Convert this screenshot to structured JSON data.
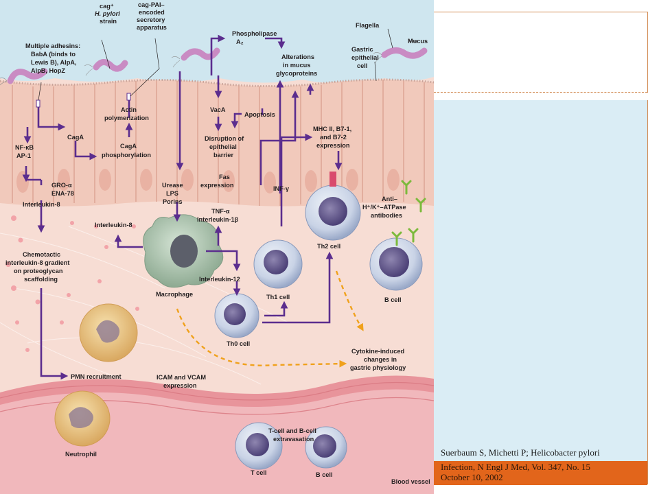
{
  "figure": {
    "labels": {
      "cag_strain_1": "cag⁺",
      "cag_strain_2": "H. pylori",
      "cag_strain_3": "strain",
      "cagpai_1": "cag-PAI–",
      "cagpai_2": "encoded",
      "cagpai_3": "secretory",
      "cagpai_4": "apparatus",
      "adhesins_1": "Multiple adhesins:",
      "adhesins_2": "BabA (binds to",
      "adhesins_3": "Lewis B), AlpA,",
      "adhesins_4": "AlpB, HopZ",
      "flagella": "Flagella",
      "mucus": "Mucus",
      "phospholipase": "Phospholipase",
      "phospholipase_sub": "A₂",
      "alterations_1": "Alterations",
      "alterations_2": "in mucus",
      "alterations_3": "glycoproteins",
      "gastric_cell_1": "Gastric",
      "gastric_cell_2": "epithelial",
      "gastric_cell_3": "cell",
      "actin_1": "Actin",
      "actin_2": "polymerization",
      "vaca": "VacA",
      "apoptosis": "Apoptosis",
      "disruption_1": "Disruption of",
      "disruption_2": "epithelial",
      "disruption_3": "barrier",
      "mhc_1": "MHC II, B7-1,",
      "mhc_2": "and B7-2",
      "mhc_3": "expression",
      "caga": "CagA",
      "caga_phos_1": "CagA",
      "caga_phos_2": "phosphorylation",
      "nfkb_1": "NF-κB",
      "nfkb_2": "AP-1",
      "fas_1": "Fas",
      "fas_2": "expression",
      "urease_1": "Urease",
      "urease_2": "LPS",
      "urease_3": "Porins",
      "inf": "INF-γ",
      "gro_1": "GRO-α",
      "gro_2": "ENA-78",
      "il8_top": "Interleukin-8",
      "tnf_1": "TNF-α",
      "tnf_2": "Interleukin-1β",
      "anti_1": "Anti–",
      "anti_2": "H⁺/K⁺–ATPase",
      "anti_3": "antibodies",
      "il8_mid": "Interleukin-8",
      "th2": "Th2 cell",
      "chemotactic_1": "Chemotactic",
      "chemotactic_2": "interleukin-8 gradient",
      "chemotactic_3": "on proteoglycan",
      "chemotactic_4": "scaffolding",
      "il12": "Interleukin-12",
      "macrophage": "Macrophage",
      "th1": "Th1 cell",
      "bcell_top": "B cell",
      "th0": "Th0 cell",
      "cytokine_1": "Cytokine-induced",
      "cytokine_2": "changes in",
      "cytokine_3": "gastric physiology",
      "pmn": "PMN recruitment",
      "icam_1": "ICAM and VCAM",
      "icam_2": "expression",
      "extrav_1": "T-cell and B-cell",
      "extrav_2": "extravasation",
      "neutrophil": "Neutrophil",
      "tcell": "T cell",
      "bcell_bottom": "B cell",
      "blood_vessel": "Blood vessel"
    },
    "colors": {
      "arrow": "#5b2d8e",
      "dashed_arrow": "#f0a11c",
      "mucus": "#cfe6ef",
      "epithelium": "#f2cfc1",
      "lamina": "#f7dcd3",
      "vessel": "#e4858d"
    }
  },
  "side": {
    "citation_line1": "Suerbaum S, Michetti P; Helicobacter pylori",
    "citation_line2": "Infection, N Engl J Med, Vol. 347, No. 15",
    "citation_line3": "October 10, 2002",
    "colors": {
      "panel": "#daedf5",
      "band": "#e2651b",
      "rule": "#d28a52"
    }
  }
}
